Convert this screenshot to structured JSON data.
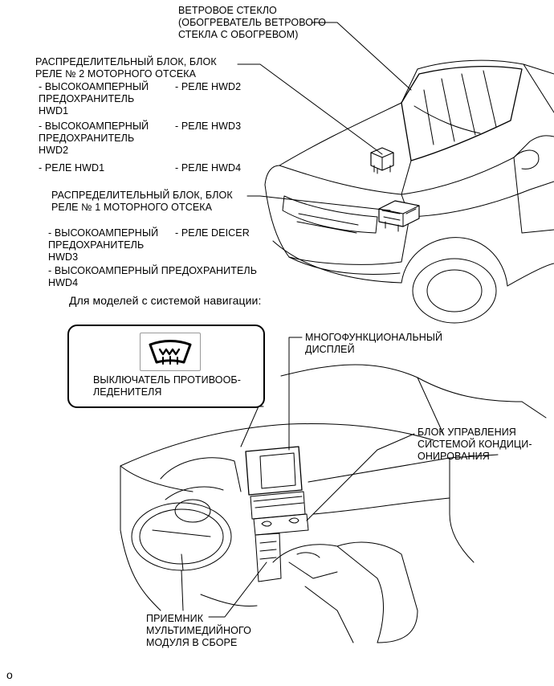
{
  "labels": {
    "windshield": "ВЕТРОВОЕ СТЕКЛО\n(ОБОГРЕВАТЕЛЬ ВЕТРОВОГО\nСТЕКЛА С ОБОГРЕВОМ)",
    "relay_block2_title": "РАСПРЕДЕЛИТЕЛЬНЫЙ БЛОК, БЛОК\nРЕЛЕ № 2 МОТОРНОГО ОТСЕКА",
    "relay_block2_items": [
      "- ВЫСОКОАМПЕРНЫЙ\n  ПРЕДОХРАНИТЕЛЬ\n  HWD1",
      "- ВЫСОКОАМПЕРНЫЙ\n  ПРЕДОХРАНИТЕЛЬ\n  HWD2",
      "- РЕЛЕ HWD1",
      "- РЕЛЕ HWD2",
      "- РЕЛЕ HWD3",
      "- РЕЛЕ HWD4"
    ],
    "relay_block1_title": "РАСПРЕДЕЛИТЕЛЬНЫЙ БЛОК, БЛОК\nРЕЛЕ № 1 МОТОРНОГО ОТСЕКА",
    "relay_block1_items": [
      "- ВЫСОКОАМПЕРНЫЙ\n  ПРЕДОХРАНИТЕЛЬ\n  HWD3",
      "- РЕЛЕ DEICER",
      "- ВЫСОКОАМПЕРНЫЙ ПРЕДОХРАНИТЕЛЬ\n  HWD4"
    ],
    "nav_models": "Для моделей с системой навигации:",
    "deicer_switch": "ВЫКЛЮЧАТЕЛЬ ПРОТИВООБ-\nЛЕДЕНИТЕЛЯ",
    "multi_display": "МНОГОФУНКЦИОНАЛЬНЫЙ\nДИСПЛЕЙ",
    "ac_unit": "БЛОК УПРАВЛЕНИЯ\nСИСТЕМОЙ КОНДИЦИ-\nОНИРОВАНИЯ",
    "receiver": "ПРИЕМНИК\nМУЛЬТИМЕДИЙНОГО\nМОДУЛЯ В СБОРЕ",
    "corner_mark": "o"
  },
  "icons": {
    "deicer_switch_symbol": "windshield-deicer-icon"
  }
}
